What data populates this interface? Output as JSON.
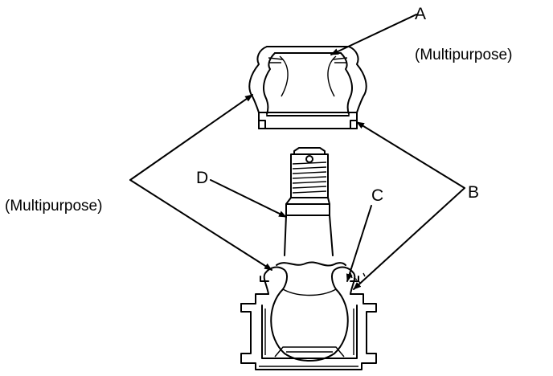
{
  "labels": {
    "a": "A",
    "b": "B",
    "c": "C",
    "d": "D",
    "grease_top": "(Multipurpose)",
    "grease_left": "(Multipurpose)"
  }
}
